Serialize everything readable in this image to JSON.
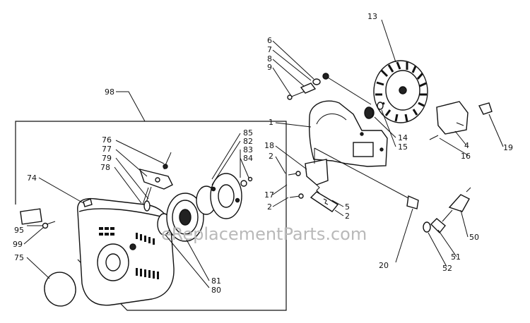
{
  "watermark": "eReplacementParts.com",
  "labels": {
    "p98": "98",
    "p74": "74",
    "p95": "95",
    "p99": "99",
    "p75": "75",
    "p76": "76",
    "p77": "77",
    "p79": "79",
    "p78": "78",
    "p85": "85",
    "p82": "82",
    "p83": "83",
    "p84": "84",
    "p81": "81",
    "p80": "80",
    "p6": "6",
    "p7": "7",
    "p8": "8",
    "p9": "9",
    "p13": "13",
    "p1": "1",
    "p18": "18",
    "p2a": "2",
    "p17": "17",
    "p2b": "2",
    "p5": "5",
    "p2c": "2",
    "p14": "14",
    "p15": "15",
    "p4": "4",
    "p16": "16",
    "p19": "19",
    "p20": "20",
    "p50": "50",
    "p51": "51",
    "p52": "52"
  }
}
